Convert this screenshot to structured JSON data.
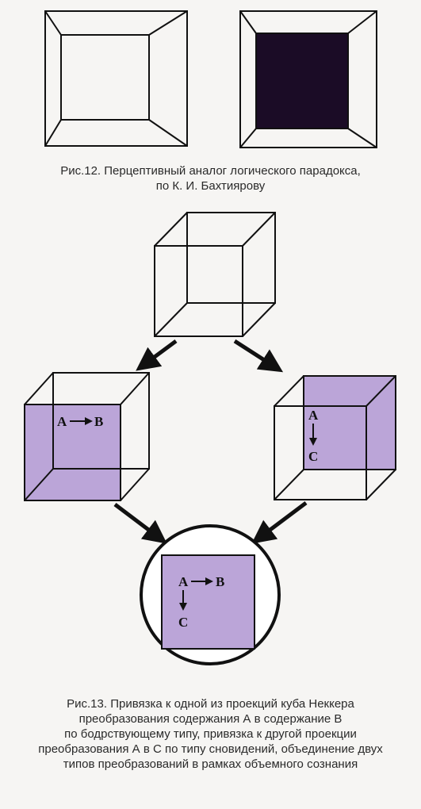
{
  "figure12": {
    "caption": [
      "Рис.12. Перцептивный аналог логического парадокса,",
      "по К. И. Бахтиярову"
    ]
  },
  "figure13": {
    "caption": [
      "Рис.13. Привязка к одной из проекций куба Неккера",
      "преобразования содержания А в содержание В",
      "по бодрствующему типу, привязка к другой проекции",
      "преобразования А в С по типу сновидений, объединение двух",
      "типов преобразований в рамках объемного сознания"
    ],
    "labels": {
      "left_a": "A",
      "left_b": "B",
      "right_a": "A",
      "right_c": "C",
      "bottom_a": "A",
      "bottom_b": "B",
      "bottom_c": "C"
    }
  },
  "colors": {
    "lilac": "#bba5d8",
    "dark_square": "#1b0c26",
    "line": "#111111"
  }
}
